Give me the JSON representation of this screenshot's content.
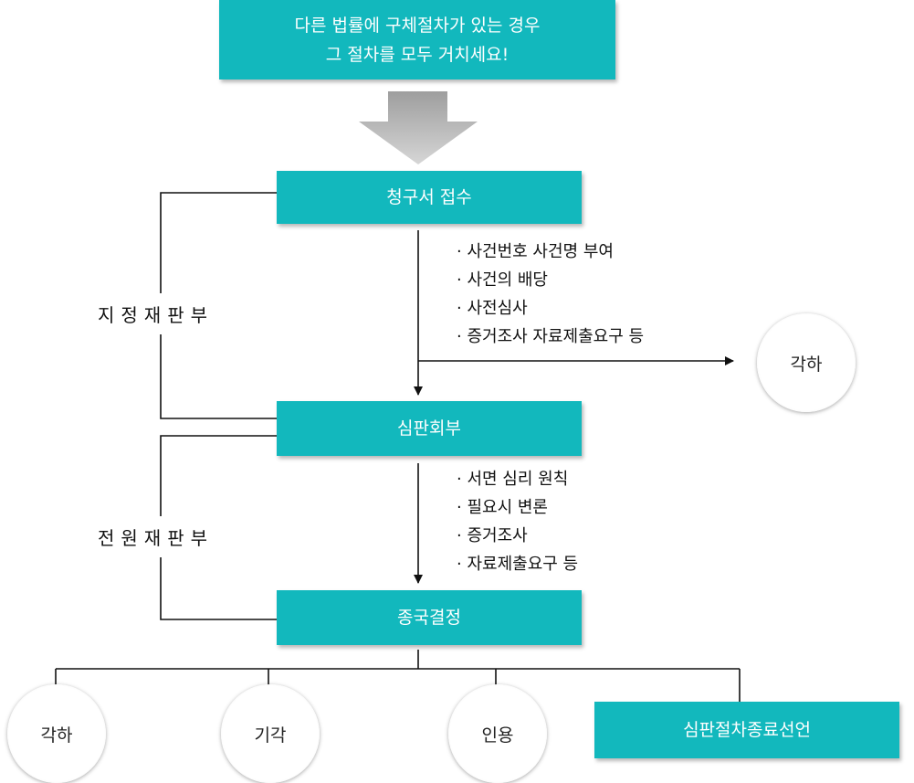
{
  "title": {
    "line1": "다른 법률에 구체절차가 있는 경우",
    "line2": "그 절차를 모두 거치세요!"
  },
  "nodes": {
    "receipt": "청구서 접수",
    "refer": "심판회부",
    "final": "종국결정",
    "dismiss_top": "각하",
    "dismiss": "각하",
    "reject": "기각",
    "accept": "인용",
    "end_declare": "심판절차종료선언"
  },
  "side_labels": {
    "designated": "지정재판부",
    "full": "전원재판부"
  },
  "steps_after_receipt": [
    "사건번호 사건명 부여",
    "사건의 배당",
    "사전심사",
    "증거조사 자료제출요구 등"
  ],
  "steps_after_referral": [
    "서면 심리 원칙",
    "필요시 변론",
    "증거조사",
    "자료제출요구 등"
  ],
  "colors": {
    "box": "#12b8bd",
    "arrow": "#bdbdbd",
    "line": "#111111"
  }
}
